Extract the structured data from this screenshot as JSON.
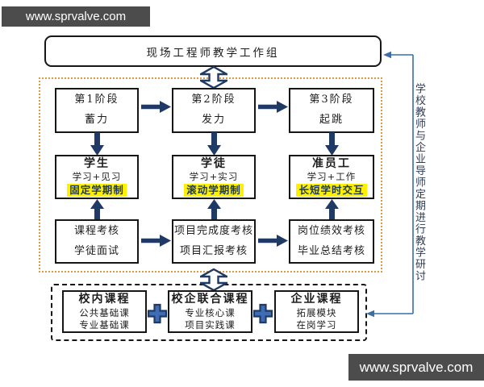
{
  "watermarks": {
    "top": "www.sprvalve.com",
    "bottom": "www.sprvalve.com"
  },
  "header": {
    "title": "现场工程师教学工作组"
  },
  "side_note": {
    "text": "学校教师与企业导师定期进行教学研讨"
  },
  "phases": [
    {
      "line1": "第1阶段",
      "line2": "蓄力"
    },
    {
      "line1": "第2阶段",
      "line2": "发力"
    },
    {
      "line1": "第3阶段",
      "line2": "起跳"
    }
  ],
  "roles": [
    {
      "title": "学生",
      "mode": "学习+见习",
      "highlight": "固定学期制"
    },
    {
      "title": "学徒",
      "mode": "学习+实习",
      "highlight": "滚动学期制"
    },
    {
      "title": "准员工",
      "mode": "学习+工作",
      "highlight": "长短学时交互"
    }
  ],
  "assessments": [
    {
      "line1": "课程考核",
      "line2": "学徒面试"
    },
    {
      "line1": "项目完成度考核",
      "line2": "项目汇报考核"
    },
    {
      "line1": "岗位绩效考核",
      "line2": "毕业总结考核"
    }
  ],
  "courses": [
    {
      "title": "校内课程",
      "line1": "公共基础课",
      "line2": "专业基础课"
    },
    {
      "title": "校企联合课程",
      "line1": "专业核心课",
      "line2": "项目实践课"
    },
    {
      "title": "企业课程",
      "line1": "拓展模块",
      "line2": "在岗学习"
    }
  ],
  "colors": {
    "navy": "#1f3a64",
    "highlight_yellow": "#fdf100",
    "orange_border": "#dd9a45",
    "plus_blue": "#3f6db5",
    "bracket_blue": "#3c6ea5",
    "watermark_bg": "#4c4c4c"
  }
}
